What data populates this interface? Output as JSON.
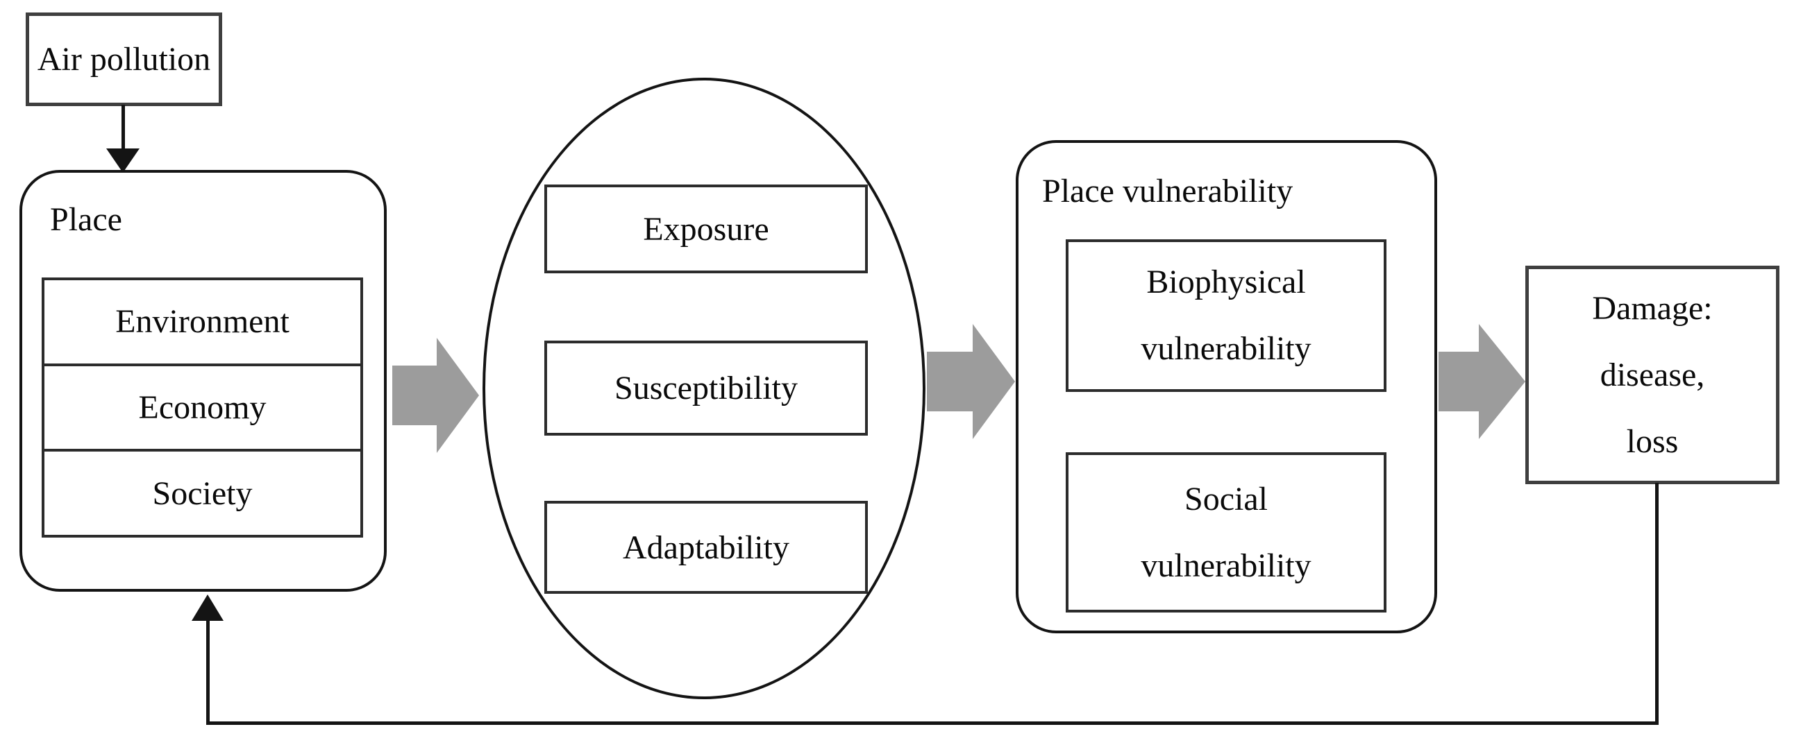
{
  "colors": {
    "arrow_gray": "#9c9c9c",
    "line": "#141414",
    "border": "#2c2c2c",
    "text": "#0a0a0a",
    "bg": "#ffffff"
  },
  "nodes": {
    "air_pollution": {
      "label": "Air pollution"
    },
    "place": {
      "title": "Place",
      "items": [
        {
          "label": "Environment"
        },
        {
          "label": "Economy"
        },
        {
          "label": "Society"
        }
      ]
    },
    "factors": {
      "items": [
        {
          "label": "Exposure"
        },
        {
          "label": "Susceptibility"
        },
        {
          "label": "Adaptability"
        }
      ]
    },
    "place_vulnerability": {
      "title": "Place vulnerability",
      "items": [
        {
          "lines": [
            "Biophysical",
            "vulnerability"
          ]
        },
        {
          "lines": [
            "Social",
            "vulnerability"
          ]
        }
      ]
    },
    "damage": {
      "lines": [
        "Damage:",
        "disease,",
        "loss"
      ]
    }
  }
}
